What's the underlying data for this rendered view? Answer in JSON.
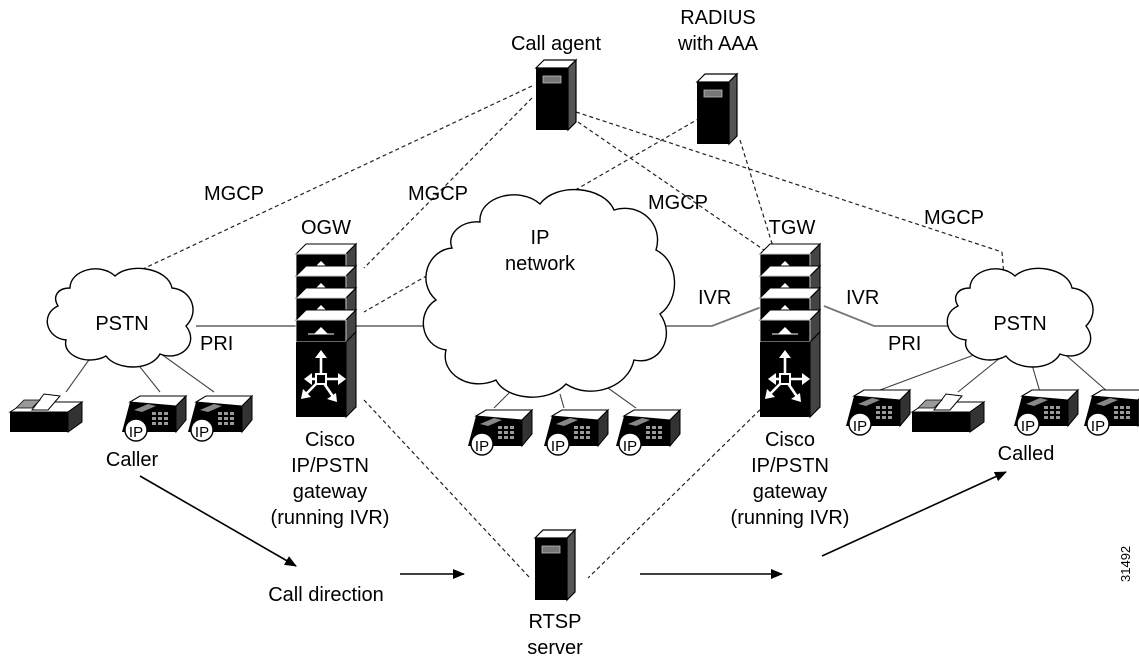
{
  "labels": {
    "call_agent": "Call agent",
    "radius_line1": "RADIUS",
    "radius_line2": "with AAA",
    "mgcp_left": "MGCP",
    "mgcp_center_left": "MGCP",
    "mgcp_center_right": "MGCP",
    "mgcp_right": "MGCP",
    "ogw": "OGW",
    "tgw": "TGW",
    "ip_network_line1": "IP",
    "ip_network_line2": "network",
    "pstn_left": "PSTN",
    "pstn_right": "PSTN",
    "pri_left": "PRI",
    "pri_right": "PRI",
    "ivr_left": "IVR",
    "ivr_right": "IVR",
    "caller": "Caller",
    "called": "Called",
    "gateway_left": [
      "Cisco",
      "IP/PSTN",
      "gateway",
      "(running IVR)"
    ],
    "gateway_right": [
      "Cisco",
      "IP/PSTN",
      "gateway",
      "(running IVR)"
    ],
    "call_direction": "Call direction",
    "rtsp_line1": "RTSP",
    "rtsp_line2": "server",
    "figure_id": "31492",
    "ip_phone_badge": "IP"
  }
}
